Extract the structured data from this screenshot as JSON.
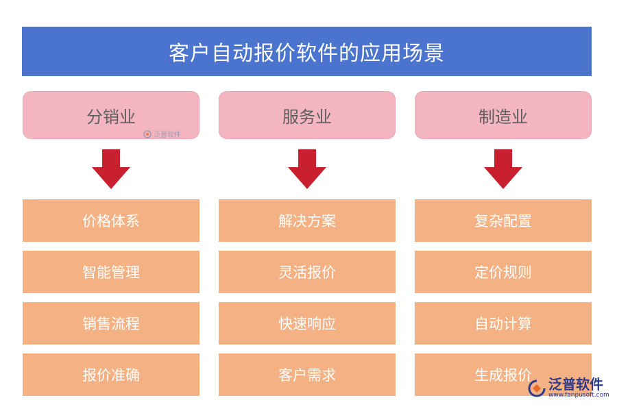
{
  "title": "客户自动报价软件的应用场景",
  "columns": [
    {
      "header": "分销业",
      "items": [
        "价格体系",
        "智能管理",
        "销售流程",
        "报价准确"
      ]
    },
    {
      "header": "服务业",
      "items": [
        "解决方案",
        "灵活报价",
        "快速响应",
        "客户需求"
      ]
    },
    {
      "header": "制造业",
      "items": [
        "复杂配置",
        "定价规则",
        "自动计算",
        "生成报价"
      ]
    }
  ],
  "watermark": {
    "name": "泛普软件",
    "url": "www.fanpusoft.com"
  },
  "colors": {
    "title_bg": "#4a74cd",
    "header_bg": "#f3b6c0",
    "item_bg": "#f4b183",
    "arrow": "#c8202f"
  }
}
